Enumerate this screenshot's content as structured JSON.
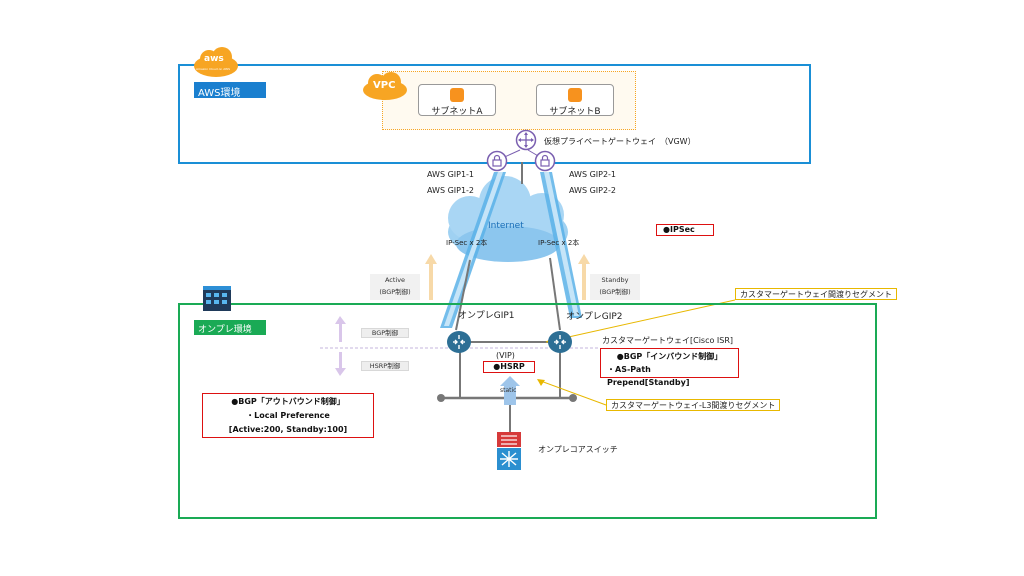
{
  "aws": {
    "env_label": "AWS環境",
    "logo_text": "aws",
    "logo_sub": "Amazon Cloud on AWS",
    "vpc_label": "VPC",
    "subnet_a": "サブネットA",
    "subnet_b": "サブネットB",
    "vgw_label": "仮想プライベートゲートウェイ　（VGW）",
    "gip1_1": "AWS GIP1-1",
    "gip1_2": "AWS GIP1-2",
    "gip2_1": "AWS GIP2-1",
    "gip2_2": "AWS GIP2-2"
  },
  "internet": {
    "label": "Internet",
    "ipsec_left": "IP-Sec x 2本",
    "ipsec_right": "IP-Sec x 2本",
    "ipsec_legend": "●IPSec"
  },
  "onprem": {
    "env_label": "オンプレ環境",
    "active_label": "Active",
    "active_sub": "(BGP制御)",
    "standby_label": "Standby",
    "standby_sub": "(BGP制御)",
    "gip1": "オンプレGIP1",
    "gip2": "オンプレGIP2",
    "bgp_ctrl": "BGP制御",
    "hsrp_ctrl": "HSRP制御",
    "vip": "(VIP)",
    "hsrp": "●HSRP",
    "static": "static",
    "cgw_label": "カスタマーゲートウェイ[Cisco ISR]",
    "core_switch": "オンプレコアスイッチ",
    "callout_top": "カスタマーゲートウェイ間渡りセグメント",
    "callout_bottom": "カスタマーゲートウェイ-L3間渡りセグメント",
    "bgp_in_title": "●BGP「インバウンド制御」",
    "bgp_in_line": "・AS-Path Prepend[Standby]",
    "bgp_out_title": "●BGP「アウトバウンド制御」",
    "bgp_out_line1": "・Local Preference",
    "bgp_out_line2": "[Active:200, Standby:100]"
  },
  "colors": {
    "aws_frame": "#1a8fd6",
    "onprem_frame": "#1aaa55",
    "aws_label_bg": "#1a7fcf",
    "onprem_label_bg": "#1aaa55",
    "router": "#2d6f95",
    "vpc_orange": "#f7a523"
  }
}
